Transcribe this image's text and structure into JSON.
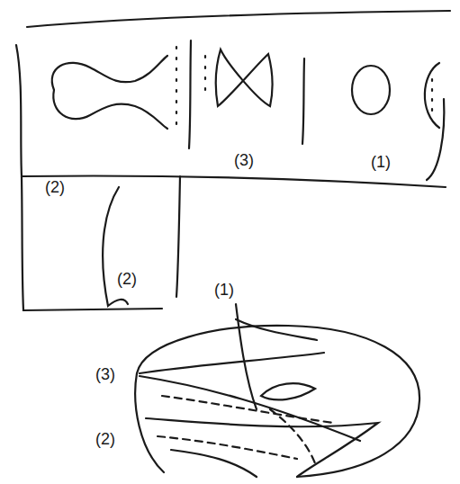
{
  "diagram": {
    "labels": [
      "(2)",
      "(3)",
      "(1)",
      "(2)",
      "(1)",
      "(3)",
      "(2)"
    ]
  }
}
